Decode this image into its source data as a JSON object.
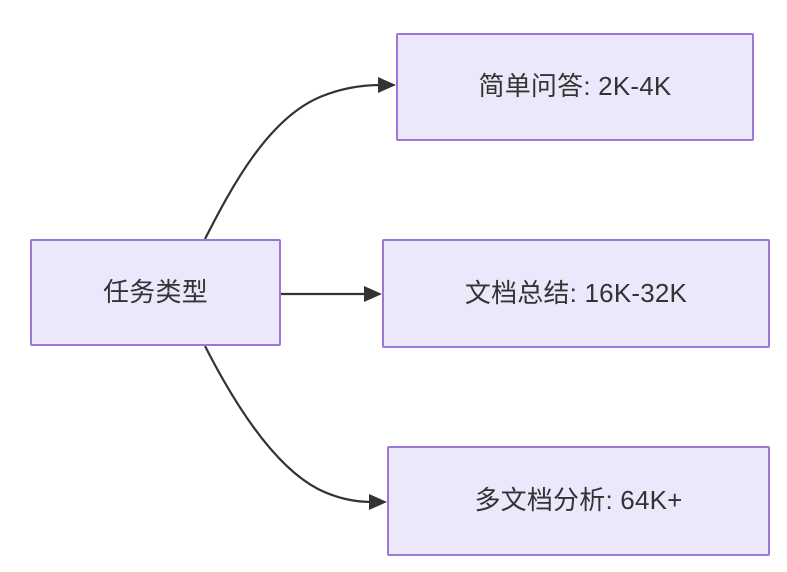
{
  "diagram": {
    "type": "flowchart",
    "direction": "left-to-right",
    "background_color": "#ffffff",
    "node_fill_color": "#ece8fb",
    "node_border_color": "#9b78d8",
    "text_color": "#333333",
    "edge_color": "#333333",
    "nodes": {
      "source": {
        "id": "source",
        "label": "任务类型"
      },
      "branch_1": {
        "id": "simple-qa",
        "label": "简单问答: 2K-4K"
      },
      "branch_2": {
        "id": "doc-summary",
        "label": "文档总结: 16K-32K"
      },
      "branch_3": {
        "id": "multi-doc",
        "label": "多文档分析: 64K+"
      }
    },
    "edges": [
      {
        "from": "source",
        "to": "simple-qa",
        "style": "curved",
        "arrow": "end",
        "label": ""
      },
      {
        "from": "source",
        "to": "doc-summary",
        "style": "straight",
        "arrow": "end",
        "label": ""
      },
      {
        "from": "source",
        "to": "multi-doc",
        "style": "curved",
        "arrow": "end",
        "label": ""
      }
    ]
  }
}
